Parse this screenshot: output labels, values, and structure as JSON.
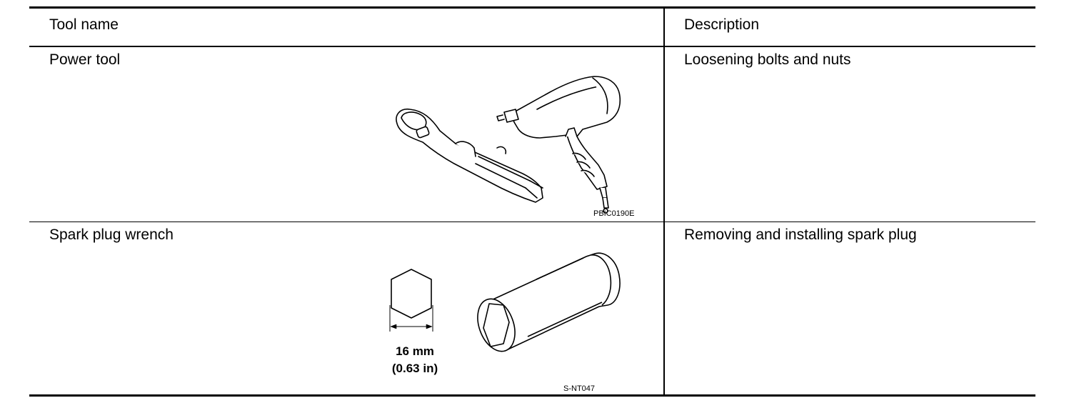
{
  "table": {
    "header": {
      "tool_name": "Tool name",
      "description": "Description"
    },
    "rows": [
      {
        "tool_name": "Power tool",
        "description": "Loosening bolts and nuts",
        "figure_code": "PBIC0190E"
      },
      {
        "tool_name": "Spark plug wrench",
        "description": "Removing and installing spark plug",
        "figure_code": "S-NT047",
        "dimension_mm": "16 mm",
        "dimension_in": "(0.63 in)"
      }
    ]
  }
}
